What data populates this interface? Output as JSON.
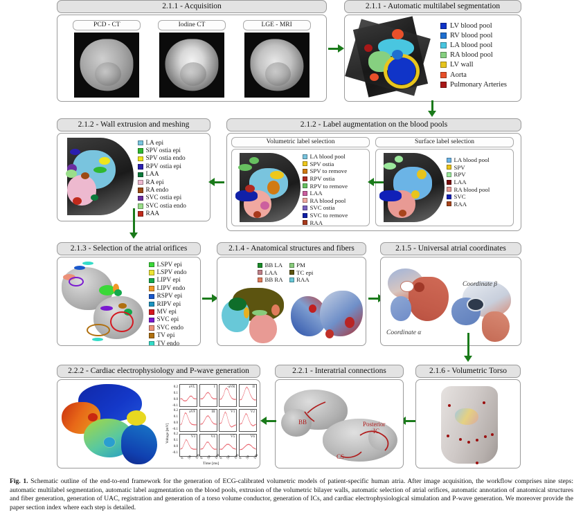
{
  "figure": {
    "label": "Fig. 1.",
    "caption": "Schematic outline of the end-to-end framework for the generation of ECG-calibrated volumetric models of patient-specific human atria. After image acquisition, the workflow comprises nine steps: automatic multilabel segmentation, automatic label augmentation on the blood pools, extrusion of the volumetric bilayer walls, automatic selection of atrial orifices, automatic annotation of anatomical structures and fiber generation, generation of UAC, registration and generation of a torso volume conductor, generation of ICs, and cardiac electrophysiological simulation and P-wave generation. We moreover provide the paper section index where each step is detailed."
  },
  "panels": {
    "acquisition": {
      "title": "2.1.1 - Acquisition",
      "modalities": [
        {
          "label": "PCD - CT"
        },
        {
          "label": "Iodine CT"
        },
        {
          "label": "LGE - MRI"
        }
      ]
    },
    "segmentation": {
      "title": "2.1.1 - Automatic multilabel segmentation",
      "legend": [
        {
          "label": "LV blood pool",
          "color": "#1034c8"
        },
        {
          "label": "RV blood pool",
          "color": "#1f6fd0"
        },
        {
          "label": "LA blood pool",
          "color": "#49c6e0"
        },
        {
          "label": "RA blood pool",
          "color": "#86d080"
        },
        {
          "label": "LV wall",
          "color": "#e8c51d"
        },
        {
          "label": "Aorta",
          "color": "#e8502a"
        },
        {
          "label": "Pulmonary Arteries",
          "color": "#a81818"
        }
      ]
    },
    "extrusion": {
      "title": "2.1.2 - Wall extrusion and meshing",
      "legend": [
        {
          "label": "LA epi",
          "color": "#79c4de"
        },
        {
          "label": "SPV ostia epi",
          "color": "#30b830"
        },
        {
          "label": "SPV ostia endo",
          "color": "#efe51c"
        },
        {
          "label": "RPV ostia epi",
          "color": "#2a1fb0"
        },
        {
          "label": "LAA",
          "color": "#0c7a3c"
        },
        {
          "label": "RA epi",
          "color": "#edb9cf"
        },
        {
          "label": "RA endo",
          "color": "#9c4a14"
        },
        {
          "label": "SVC ostia epi",
          "color": "#6a2fa0"
        },
        {
          "label": "SVC ostia endo",
          "color": "#9ade8a"
        },
        {
          "label": "RAA",
          "color": "#c02a1c"
        }
      ]
    },
    "augmentation": {
      "title": "2.1.2 - Label augmentation on the blood pools",
      "volumetric": {
        "title": "Volumetric label selection",
        "legend": [
          {
            "label": "LA blood pool",
            "color": "#79c4de"
          },
          {
            "label": "SPV ostia",
            "color": "#efc81c"
          },
          {
            "label": "SPV to remove",
            "color": "#d07a12"
          },
          {
            "label": "RPV ostia",
            "color": "#b02a22"
          },
          {
            "label": "RPV to remove",
            "color": "#67c060"
          },
          {
            "label": "LAA",
            "color": "#cc5f9e"
          },
          {
            "label": "RA blood pool",
            "color": "#f0a8a0"
          },
          {
            "label": "SVC ostia",
            "color": "#7a62c0"
          },
          {
            "label": "SVC to remove",
            "color": "#1020a8"
          },
          {
            "label": "RAA",
            "color": "#a8391c"
          }
        ]
      },
      "surface": {
        "title": "Surface label selection",
        "legend": [
          {
            "label": "LA blood pool",
            "color": "#6bb4e6"
          },
          {
            "label": "SPV",
            "color": "#e8c41c"
          },
          {
            "label": "RPV",
            "color": "#9ce89c"
          },
          {
            "label": "LAA",
            "color": "#7a0c0c"
          },
          {
            "label": "RA blood pool",
            "color": "#e89a94"
          },
          {
            "label": "SVC",
            "color": "#1020b8"
          },
          {
            "label": "RAA",
            "color": "#a8451c"
          }
        ]
      }
    },
    "orifices": {
      "title": "2.1.3 - Selection of the atrial orifices",
      "legend": [
        {
          "label": "LSPV epi",
          "color": "#3ad838"
        },
        {
          "label": "LSPV endo",
          "color": "#ece434"
        },
        {
          "label": "LIPV epi",
          "color": "#14a84c"
        },
        {
          "label": "LIPV endo",
          "color": "#f09828"
        },
        {
          "label": "RSPV epi",
          "color": "#1a58cc"
        },
        {
          "label": "RIPV epi",
          "color": "#1c94c0"
        },
        {
          "label": "MV epi",
          "color": "#d41820"
        },
        {
          "label": "SVC epi",
          "color": "#7a1ad0"
        },
        {
          "label": "SVC endo",
          "color": "#ec9078"
        },
        {
          "label": "TV epi",
          "color": "#b07010"
        },
        {
          "label": "TV endo",
          "color": "#34dcc8"
        }
      ]
    },
    "fibers": {
      "title": "2.1.4 - Anatomical structures and fibers",
      "legend_left": [
        {
          "label": "BB LA",
          "color": "#1a8c28"
        },
        {
          "label": "LAA",
          "color": "#c08088"
        },
        {
          "label": "BB RA",
          "color": "#e07c5c"
        }
      ],
      "legend_right": [
        {
          "label": "PM",
          "color": "#88cc7c"
        },
        {
          "label": "TC epi",
          "color": "#5c5410"
        },
        {
          "label": "RAA",
          "color": "#68c8d8"
        }
      ]
    },
    "uac": {
      "title": "2.1.5 - Universal atrial coordinates",
      "labels": {
        "alpha": "Coordinate α",
        "beta": "Coordinate β"
      }
    },
    "torso": {
      "title": "2.1.6 - Volumetric Torso"
    },
    "interatrial": {
      "title": "2.2.1 - Interatrial connections",
      "annotations": [
        {
          "label": "BB"
        },
        {
          "label": "Posterior\nIC"
        },
        {
          "label": "CS"
        }
      ],
      "bb_label": "BB",
      "posterior_label": "Posterior",
      "ic_label": "IC",
      "cs_label": "CS"
    },
    "ecg": {
      "title": "2.2.2 - Cardiac electrophysiology and P-wave generation",
      "ylabel": "Voltage [mV]",
      "xlabel": "Time [ms]",
      "yticks": [
        "0.2",
        "0.1",
        "0.0",
        "-0.1"
      ],
      "xticks": [
        "0",
        "50",
        "100"
      ],
      "leads": [
        "aVL",
        "I",
        "-aVR",
        "II",
        "aVF",
        "III",
        "V1",
        "V2",
        "V3",
        "V4",
        "V5",
        "V6"
      ],
      "trace_color": "#e8606a"
    }
  },
  "chart_data": {
    "type": "line",
    "title": "Simulated 12-lead P-waves",
    "xlabel": "Time [ms]",
    "ylabel": "Voltage [mV]",
    "xlim": [
      0,
      110
    ],
    "ylim": [
      -0.12,
      0.22
    ],
    "xticks": [
      0,
      50,
      100
    ],
    "yticks": [
      -0.1,
      0.0,
      0.1,
      0.2
    ],
    "grid": false,
    "legend": "none",
    "panel_layout": [
      4,
      3
    ],
    "series": [
      {
        "name": "aVL",
        "x": [
          0,
          10,
          20,
          30,
          40,
          50,
          60,
          70,
          80,
          90,
          100,
          110
        ],
        "values": [
          0.0,
          0.0,
          -0.01,
          -0.02,
          -0.02,
          -0.01,
          0.01,
          0.02,
          0.02,
          0.01,
          0.0,
          0.0
        ]
      },
      {
        "name": "I",
        "x": [
          0,
          10,
          20,
          30,
          40,
          50,
          60,
          70,
          80,
          90,
          100,
          110
        ],
        "values": [
          0.0,
          0.0,
          0.01,
          0.03,
          0.05,
          0.06,
          0.05,
          0.03,
          0.01,
          0.0,
          0.0,
          0.0
        ]
      },
      {
        "name": "-aVR",
        "x": [
          0,
          10,
          20,
          30,
          40,
          50,
          60,
          70,
          80,
          90,
          100,
          110
        ],
        "values": [
          0.0,
          0.01,
          0.04,
          0.09,
          0.13,
          0.14,
          0.11,
          0.06,
          0.02,
          0.0,
          0.0,
          0.0
        ]
      },
      {
        "name": "II",
        "x": [
          0,
          10,
          20,
          30,
          40,
          50,
          60,
          70,
          80,
          90,
          100,
          110
        ],
        "values": [
          0.0,
          0.01,
          0.05,
          0.11,
          0.16,
          0.17,
          0.13,
          0.07,
          0.02,
          0.0,
          0.0,
          0.0
        ]
      },
      {
        "name": "aVF",
        "x": [
          0,
          10,
          20,
          30,
          40,
          50,
          60,
          70,
          80,
          90,
          100,
          110
        ],
        "values": [
          0.0,
          0.02,
          0.07,
          0.13,
          0.16,
          0.14,
          0.09,
          0.04,
          0.01,
          0.0,
          0.0,
          0.0
        ]
      },
      {
        "name": "III",
        "x": [
          0,
          10,
          20,
          30,
          40,
          50,
          60,
          70,
          80,
          90,
          100,
          110
        ],
        "values": [
          0.0,
          0.01,
          0.03,
          0.07,
          0.1,
          0.11,
          0.09,
          0.05,
          0.02,
          0.0,
          0.0,
          0.0
        ]
      },
      {
        "name": "V1",
        "x": [
          0,
          10,
          20,
          30,
          40,
          50,
          60,
          70,
          80,
          90,
          100,
          110
        ],
        "values": [
          0.0,
          0.02,
          0.08,
          0.15,
          0.18,
          0.13,
          0.05,
          -0.01,
          -0.03,
          -0.02,
          -0.01,
          0.0
        ]
      },
      {
        "name": "V2",
        "x": [
          0,
          10,
          20,
          30,
          40,
          50,
          60,
          70,
          80,
          90,
          100,
          110
        ],
        "values": [
          0.0,
          0.01,
          0.05,
          0.11,
          0.15,
          0.13,
          0.07,
          0.02,
          -0.01,
          -0.01,
          0.0,
          0.0
        ]
      },
      {
        "name": "V3",
        "x": [
          0,
          10,
          20,
          30,
          40,
          50,
          60,
          70,
          80,
          90,
          100,
          110
        ],
        "values": [
          0.0,
          0.01,
          0.05,
          0.1,
          0.12,
          0.09,
          0.05,
          0.02,
          0.0,
          0.0,
          0.0,
          0.0
        ]
      },
      {
        "name": "V4",
        "x": [
          0,
          10,
          20,
          30,
          40,
          50,
          60,
          70,
          80,
          90,
          100,
          110
        ],
        "values": [
          0.0,
          0.01,
          0.03,
          0.06,
          0.08,
          0.08,
          0.05,
          0.02,
          0.01,
          0.0,
          0.0,
          0.0
        ]
      },
      {
        "name": "V5",
        "x": [
          0,
          10,
          20,
          30,
          40,
          50,
          60,
          70,
          80,
          90,
          100,
          110
        ],
        "values": [
          0.0,
          0.0,
          0.02,
          0.04,
          0.05,
          0.05,
          0.04,
          0.02,
          0.01,
          0.0,
          0.0,
          0.0
        ]
      },
      {
        "name": "V6",
        "x": [
          0,
          10,
          20,
          30,
          40,
          50,
          60,
          70,
          80,
          90,
          100,
          110
        ],
        "values": [
          0.0,
          0.0,
          0.01,
          0.03,
          0.04,
          0.05,
          0.04,
          0.03,
          0.01,
          0.0,
          0.0,
          0.0
        ]
      }
    ]
  }
}
